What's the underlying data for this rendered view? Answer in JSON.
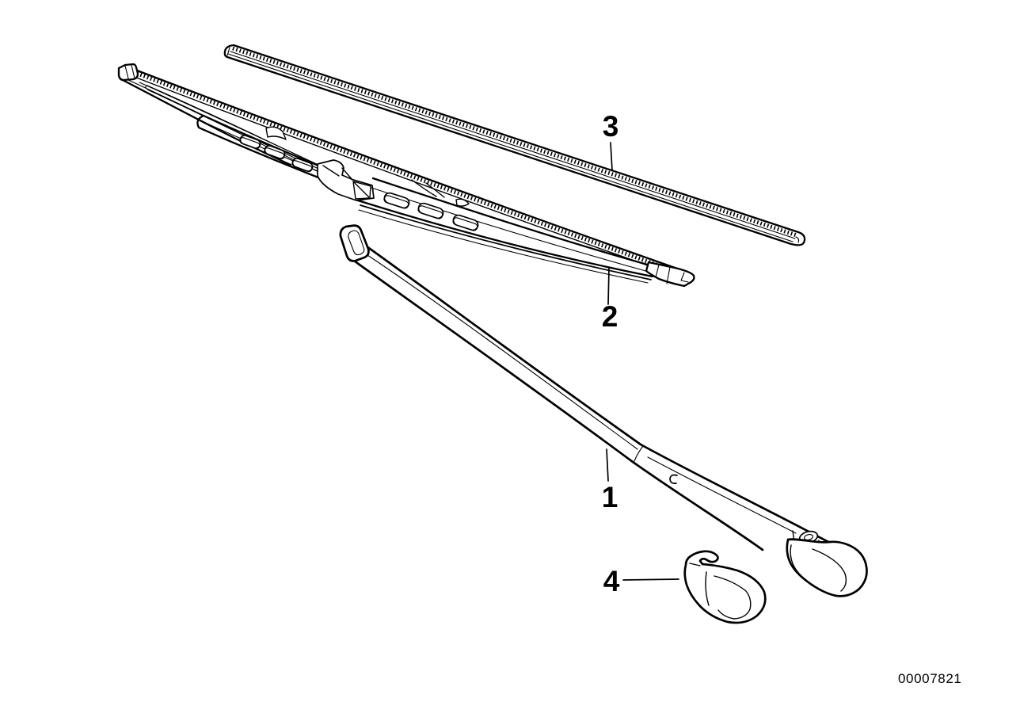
{
  "diagram": {
    "doc_number": "00007821",
    "colors": {
      "background": "#ffffff",
      "ink": "#000000"
    },
    "callouts": {
      "c1": {
        "label": "1"
      },
      "c2": {
        "label": "2"
      },
      "c3": {
        "label": "3"
      },
      "c4": {
        "label": "4"
      }
    }
  }
}
